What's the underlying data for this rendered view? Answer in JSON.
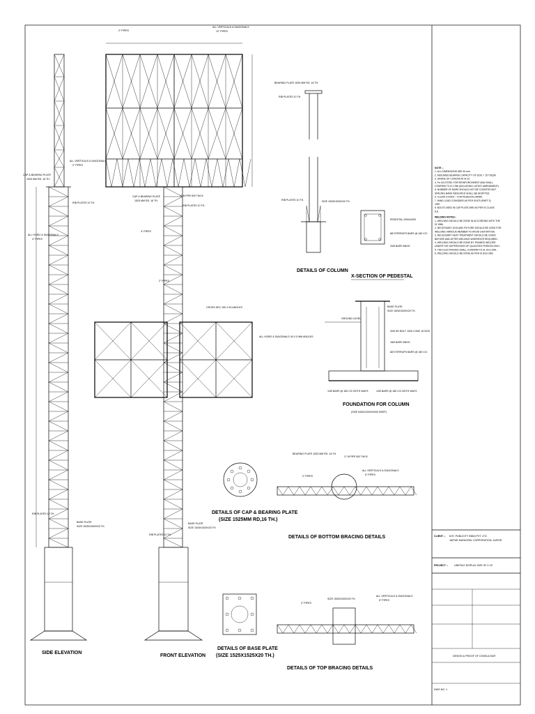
{
  "titles": {
    "side_elevation": "SIDE ELEVATION",
    "front_elevation": "FRONT ELEVATION",
    "details_of_column": "DETAILS OF COLUMN",
    "x_section_pedestal": "X-SECTION OF PEDESTAL",
    "foundation": "FOUNDATION FOR COLUMN",
    "foundation_size": "(SIZE 5400X2000X2000 DEEP)",
    "cap_bearing_plate": "DETAILS OF CAP & BEARING PLATE",
    "cap_bearing_size": "(SIZE 1525MM RD,16 TH.)",
    "base_plate": "DETAILS OF BASE PLATE",
    "base_plate_size": "(SIZE 1525X1525X20 TH.)",
    "bottom_bracing": "DETAILS OF BOTTOM BRACING DETAILS",
    "top_bracing": "DETAILS OF TOP BRACING DETAILS"
  },
  "labels": {
    "verticals_diagonals": "ALL VERTICALS & DIAGONALS",
    "pipe_12": "12\" PIPES",
    "pipe_2": "2\" PIPES",
    "rib_plates": "RIB PLATES 10 TH.",
    "cap_bearing_plate": "CAP & BEARING PLATE",
    "bearing_plate_size": "1525 MM RD. 16 TH.",
    "horiz_diagonals": "ALL HORIZ & DIAGONALS",
    "pipe_4": "4\" PIPES",
    "base_plate": "BASE PLATE",
    "base_plate_size": "SIZE 1525X1525X20 TH.",
    "cross_sec": "CROSS SEC 150 X 50 ANGLES",
    "angles": "ALL HORIZ & DIAGONALS 40 X 5 MM ANGLES",
    "bearing_plate_top": "BEARING PLATE 1525 MM RD. 16 TH.",
    "pipe_6": "6\" PIPES",
    "pedestal": "PEDESTAL 2000x2000",
    "stirrups": "8Ø STIRRUPS BARS @ 180 C/C",
    "bars_20": "20Ø BARS 8NOS.",
    "ground_level": "GROUND LEVEL",
    "anchor_bolt": "32Ø HD BOLT 1000 LONG 16 NOS",
    "bars_16": "16Ø BARS 8NOS.",
    "base_plate_foundation": "BASE PLATE SIZE 1525X1525X20 TH.",
    "bars_both_ways": "12Ø BARS @ 180 C/C BOTH WAYS",
    "frame_label": "17 M PIPE 500 THICK"
  },
  "notes": {
    "heading": "NOTE :-",
    "items": [
      "1. ALL DIMENSIONS ARE IN mm.",
      "2. ASSUMED BEARING CAPACITY OF SOIL = 15 T/SQM.",
      "3. GRADE OF CONCRETE M 20.",
      "4. Fe 415 STEEL FOR REINFORCEMENT AND SHALL CONFIRM TO IS 1786 (INCLUDING LATEST AMENDMENT).",
      "5. NUMBER OF BARS SHOULD NOT BE COUNTED BUT SPACING BARS INDICATED SHALL BE ADOPTED.",
      "6. CLEAR COVER :- FOR PEDESTAL 50MM.",
      "7. WIND LOAD CONSIDER AS PER IS:875 (PART 3) 1987.",
      "8. BOLTS USED IN CAP PLATE ARE AS PER IS CLASS 8.8."
    ],
    "welding_heading": "WELDING NOTES:-",
    "welding_items": [
      "1. WELDING SHOULD BE DONE IN ACCORDING WITH THE IS 1986.",
      "2. NECESSARY JIGS AND FIXTURE SHOULD BE USED FOR WELDING VARIOUS MEMBER TO AVOID DISTORTION.",
      "3. NECESSARY HEAT TREATMENT SHOULD BE GIVEN BEFORE AND AFTER WELDING WHEREVER REQUIRED.",
      "4. WELDING SHOULD BE DONE BY TRAINED WELDER UNDER THE SUPERVISION OF QUALIFIED PERSON ONLY.",
      "5. THE ELECTRODES SHALL CONFIRM TO IS: 814-1991.",
      "6. WELDING SHOULD BE DONE AS PER IS 816-1969."
    ]
  },
  "title_block": {
    "client_label": "CLIENT :-",
    "client_name": "M.R. PUBLICITY INDIA PVT. LTD.",
    "client_address": "JAIPUR MUNICIPAL CORPORATION, JAIPUR",
    "project_label": "PROJECT :-",
    "project_name": "UNIPOLE DISPLAY SIZE 30' X 15'",
    "design_note": "DESIGN & PROOF OF CONSULTANT",
    "sheet": "DWG NO. 1"
  }
}
